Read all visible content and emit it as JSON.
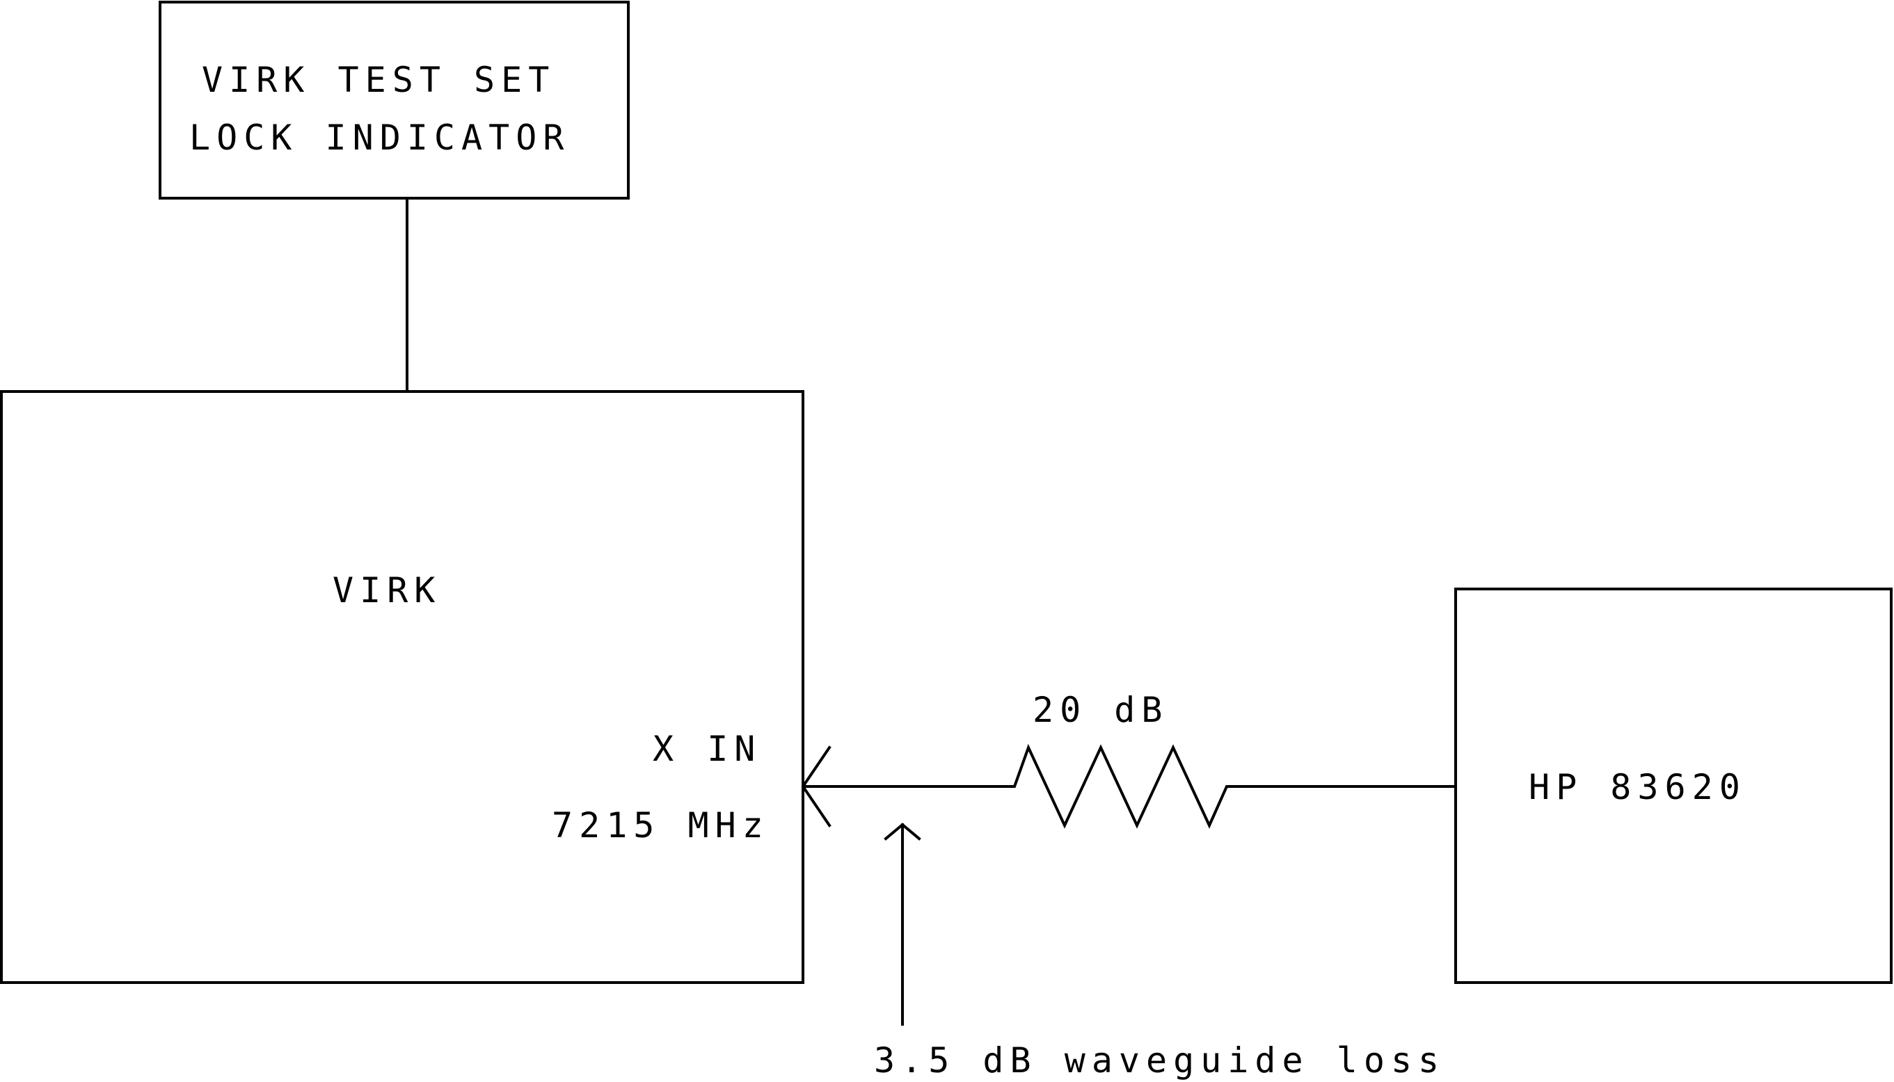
{
  "test_set": {
    "line1": "VIRK TEST SET",
    "line2": "LOCK INDICATOR"
  },
  "virk": {
    "title": "VIRK",
    "port_label": "X IN",
    "frequency": "7215 MHz"
  },
  "attenuator": {
    "label": "20 dB"
  },
  "generator": {
    "label": "HP 83620"
  },
  "loss_note": {
    "label": "3.5 dB waveguide loss"
  }
}
